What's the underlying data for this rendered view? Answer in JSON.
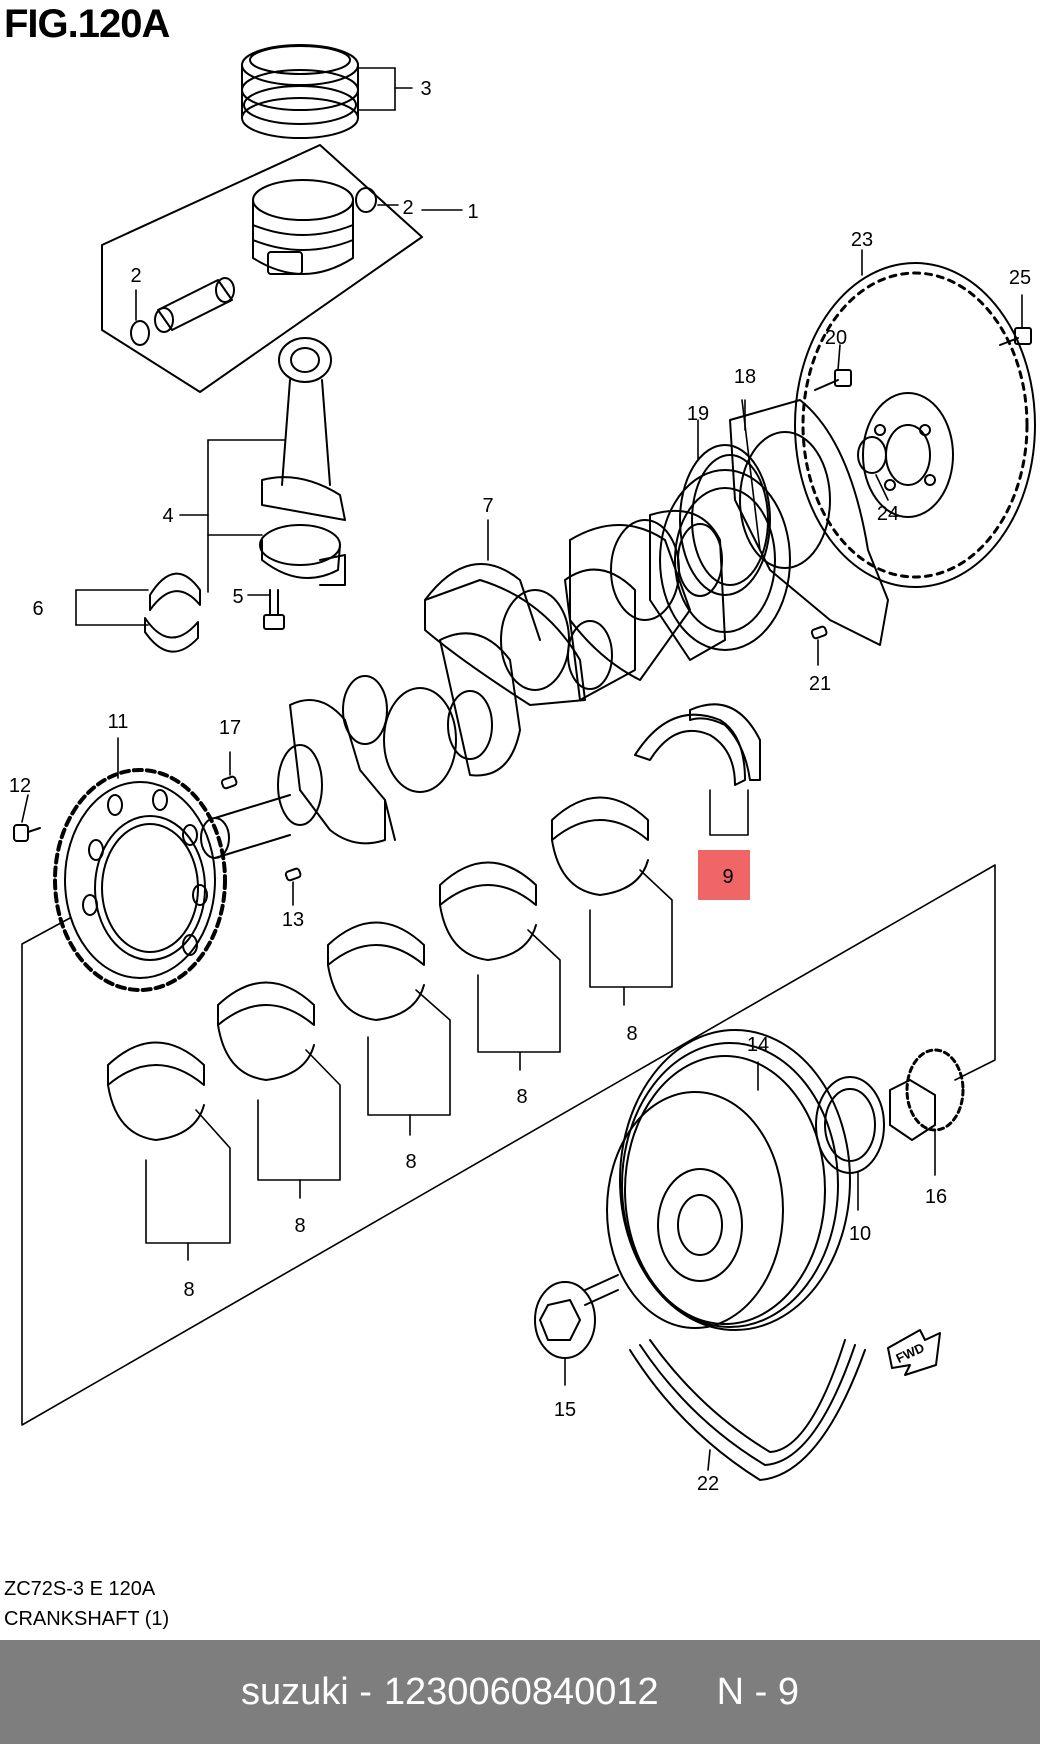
{
  "figure": {
    "title": "FIG.120A",
    "code": "ZC72S-3 E 120A",
    "name": "CRANKSHAFT (1)"
  },
  "colors": {
    "highlight": "#ee5556",
    "footer_bg": "#7e7e7e",
    "footer_text": "#ffffff"
  },
  "highlighted_callout": "9",
  "callouts": {
    "c1": "1",
    "c2a": "2",
    "c2b": "2",
    "c3": "3",
    "c4": "4",
    "c5": "5",
    "c6": "6",
    "c7": "7",
    "c8a": "8",
    "c8b": "8",
    "c8c": "8",
    "c8d": "8",
    "c8e": "8",
    "c9": "9",
    "c10": "10",
    "c11": "11",
    "c12": "12",
    "c13": "13",
    "c14": "14",
    "c15": "15",
    "c16": "16",
    "c17": "17",
    "c18": "18",
    "c19": "19",
    "c20": "20",
    "c21": "21",
    "c22": "22",
    "c23": "23",
    "c24": "24",
    "c25": "25"
  },
  "fwd_label": "FWD",
  "footer": {
    "brand": "suzuki -",
    "part_number": "1230060840012",
    "page_ref": "N - 9"
  }
}
